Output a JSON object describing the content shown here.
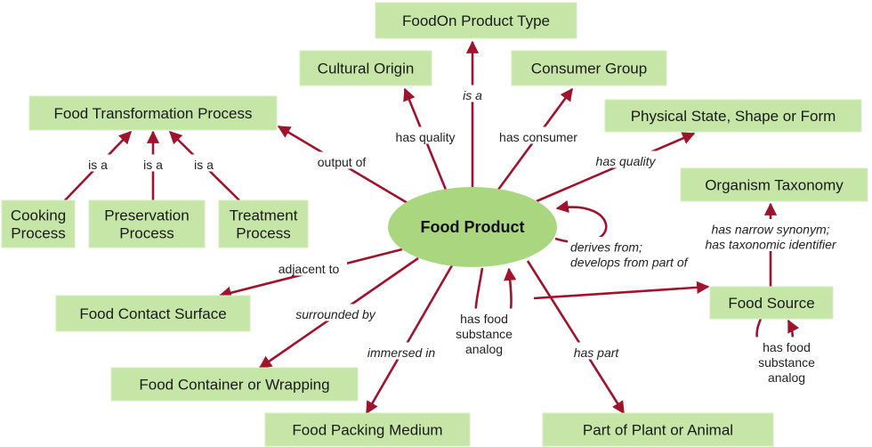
{
  "diagram": {
    "center": {
      "id": "food-product",
      "label": "Food Product"
    },
    "nodes": [
      {
        "id": "foodon-product-type",
        "lines": [
          "FoodOn Product Type"
        ]
      },
      {
        "id": "cultural-origin",
        "lines": [
          "Cultural Origin"
        ]
      },
      {
        "id": "consumer-group",
        "lines": [
          "Consumer Group"
        ]
      },
      {
        "id": "food-transformation-process",
        "lines": [
          "Food Transformation Process"
        ]
      },
      {
        "id": "physical-state",
        "lines": [
          "Physical State, Shape or Form"
        ]
      },
      {
        "id": "organism-taxonomy",
        "lines": [
          "Organism Taxonomy"
        ]
      },
      {
        "id": "cooking-process",
        "lines": [
          "Cooking",
          "Process"
        ]
      },
      {
        "id": "preservation-process",
        "lines": [
          "Preservation",
          "Process"
        ]
      },
      {
        "id": "treatment-process",
        "lines": [
          "Treatment",
          "Process"
        ]
      },
      {
        "id": "food-source",
        "lines": [
          "Food Source"
        ]
      },
      {
        "id": "food-contact-surface",
        "lines": [
          "Food Contact Surface"
        ]
      },
      {
        "id": "food-container",
        "lines": [
          "Food Container or Wrapping"
        ]
      },
      {
        "id": "food-packing-medium",
        "lines": [
          "Food Packing Medium"
        ]
      },
      {
        "id": "part-of-plant",
        "lines": [
          "Part of Plant or Animal"
        ]
      }
    ],
    "edges": [
      {
        "id": "is-a-type",
        "from": "food-product",
        "to": "foodon-product-type",
        "lines": [
          "is a"
        ],
        "italic": true
      },
      {
        "id": "has-quality-origin",
        "from": "food-product",
        "to": "cultural-origin",
        "lines": [
          "has quality"
        ],
        "italic": false
      },
      {
        "id": "has-consumer",
        "from": "food-product",
        "to": "consumer-group",
        "lines": [
          "has consumer"
        ],
        "italic": false
      },
      {
        "id": "output-of",
        "from": "food-product",
        "to": "food-transformation-process",
        "lines": [
          "output of"
        ],
        "italic": false
      },
      {
        "id": "has-quality-state",
        "from": "food-product",
        "to": "physical-state",
        "lines": [
          "has quality"
        ],
        "italic": true
      },
      {
        "id": "is-a-cooking",
        "from": "cooking-process",
        "to": "food-transformation-process",
        "lines": [
          "is a"
        ],
        "italic": false
      },
      {
        "id": "is-a-preservation",
        "from": "preservation-process",
        "to": "food-transformation-process",
        "lines": [
          "is a"
        ],
        "italic": false
      },
      {
        "id": "is-a-treatment",
        "from": "treatment-process",
        "to": "food-transformation-process",
        "lines": [
          "is a"
        ],
        "italic": false
      },
      {
        "id": "derives-from",
        "from": "food-product",
        "to": "food-source",
        "lines": [
          "derives from;",
          "develops from part of"
        ],
        "italic": true
      },
      {
        "id": "taxonomy",
        "from": "food-source",
        "to": "organism-taxonomy",
        "lines": [
          "has narrow synonym;",
          "has taxonomic identifier"
        ],
        "italic": true
      },
      {
        "id": "adjacent-to",
        "from": "food-product",
        "to": "food-contact-surface",
        "lines": [
          "adjacent to"
        ],
        "italic": false
      },
      {
        "id": "surrounded-by",
        "from": "food-product",
        "to": "food-container",
        "lines": [
          "surrounded by"
        ],
        "italic": true
      },
      {
        "id": "immersed-in",
        "from": "food-product",
        "to": "food-packing-medium",
        "lines": [
          "immersed in"
        ],
        "italic": true
      },
      {
        "id": "has-part",
        "from": "food-product",
        "to": "part-of-plant",
        "lines": [
          "has part"
        ],
        "italic": true
      },
      {
        "id": "self-derives",
        "from": "food-product",
        "to": "food-product",
        "lines": [],
        "italic": true
      },
      {
        "id": "self-analog-product",
        "from": "food-product",
        "to": "food-product",
        "lines": [
          "has food",
          "substance",
          "analog"
        ],
        "italic": false
      },
      {
        "id": "self-analog-source",
        "from": "food-source",
        "to": "food-source",
        "lines": [
          "has food",
          "substance",
          "analog"
        ],
        "italic": false
      }
    ],
    "colors": {
      "box_fill": "#c5e6a6",
      "center_fill": "#a9d67e",
      "edge": "#a0132c"
    }
  }
}
